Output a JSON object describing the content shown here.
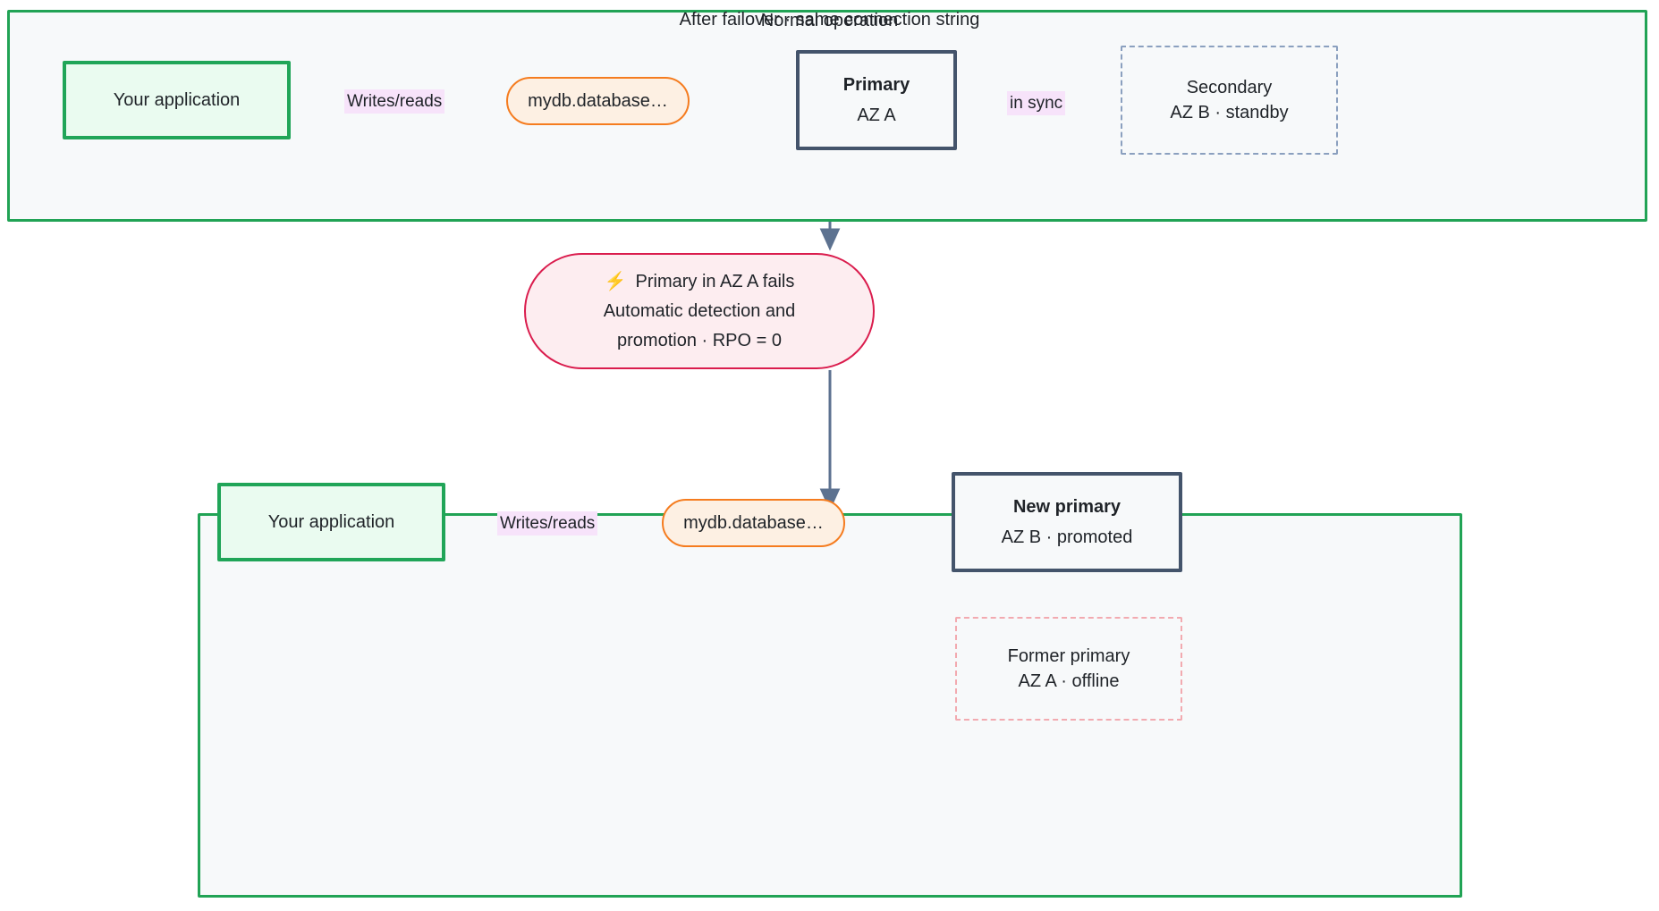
{
  "diagram": {
    "title_top_panel": "Normal operation",
    "title_bottom_panel": "After failover · same connection string",
    "accent_colors": {
      "panel_border_green": "#21a355",
      "panel_fill": "#f7f9fa",
      "app_border": "#20a558",
      "app_fill": "#eafbf0",
      "endpoint_border": "#f57c1f",
      "endpoint_fill": "#fdf0e3",
      "db_border": "#44546b",
      "standby_border": "#8ba0bf",
      "offline_border": "#f2aab0",
      "event_border": "#da1c4d",
      "event_fill": "#fdedf0",
      "edge_label_bg": "#f7e3fa",
      "edge_stroke": "#5d7290"
    }
  },
  "normal_operation": {
    "panel_title": "Normal operation",
    "app": {
      "label": "Your application"
    },
    "endpoint": {
      "label": "mydb.database…"
    },
    "primary": {
      "title": "Primary",
      "subtitle": "AZ A"
    },
    "secondary": {
      "title": "Secondary",
      "subtitle": "AZ B · standby"
    },
    "edges": {
      "app_to_endpoint": "Writes/reads",
      "primary_to_secondary": "in sync"
    }
  },
  "failover_event": {
    "icon": "lightning-bolt-icon",
    "icon_glyph": "⚡",
    "line1": "Primary in AZ A fails",
    "line2": "Automatic detection and",
    "line3": "promotion · RPO = 0"
  },
  "after_failover": {
    "panel_title": "After failover · same connection string",
    "app": {
      "label": "Your application"
    },
    "endpoint": {
      "label": "mydb.database…"
    },
    "new_primary": {
      "title": "New primary",
      "subtitle": "AZ B · promoted"
    },
    "former_primary": {
      "title": "Former primary",
      "subtitle": "AZ A · offline"
    },
    "edges": {
      "app_to_endpoint": "Writes/reads"
    }
  }
}
